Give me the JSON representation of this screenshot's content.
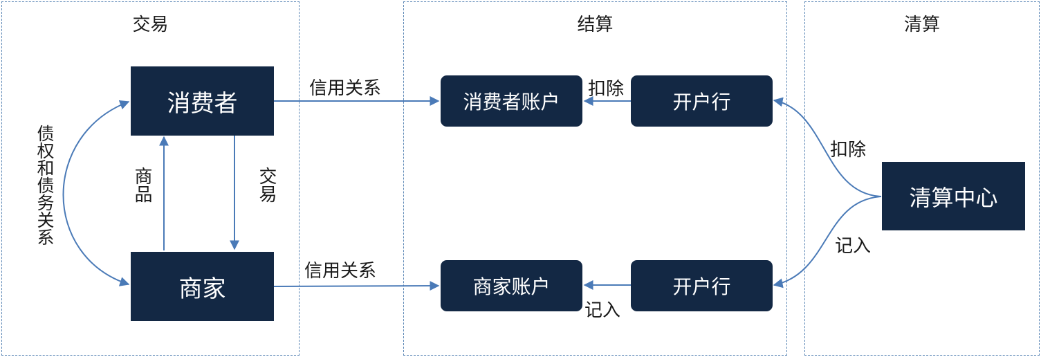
{
  "regions": {
    "trade": "交易",
    "settlement": "结算",
    "clearing": "清算"
  },
  "nodes": {
    "consumer": "消费者",
    "merchant": "商家",
    "consumer_account": "消费者账户",
    "merchant_account": "商家账户",
    "bank_top": "开户行",
    "bank_bottom": "开户行",
    "clearing_center": "清算中心"
  },
  "edges": {
    "goods": "商品",
    "trade": "交易",
    "debt_relation": "债权和债务关系",
    "credit_top": "信用关系",
    "credit_bottom": "信用关系",
    "deduct_top": "扣除",
    "record_bottom": "记入",
    "deduct_clearing": "扣除",
    "record_clearing": "记入"
  },
  "colors": {
    "box_fill": "#132844",
    "arrow": "#4a7ab7",
    "region_border": "#5a86b5"
  }
}
